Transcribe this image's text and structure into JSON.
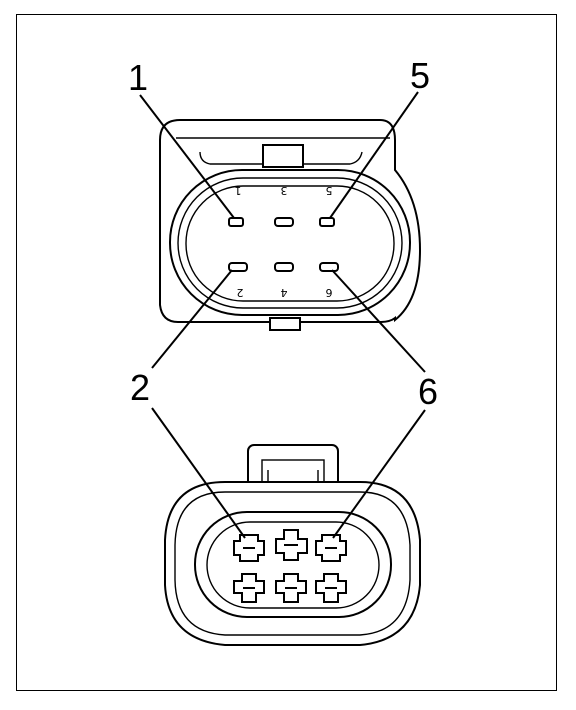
{
  "figure": {
    "callouts": [
      {
        "id": "c1",
        "text": "1"
      },
      {
        "id": "c5",
        "text": "5"
      },
      {
        "id": "c2",
        "text": "2"
      },
      {
        "id": "c6",
        "text": "6"
      }
    ],
    "cavity_numbers": [
      "1",
      "3",
      "5",
      "2",
      "4",
      "6"
    ]
  }
}
